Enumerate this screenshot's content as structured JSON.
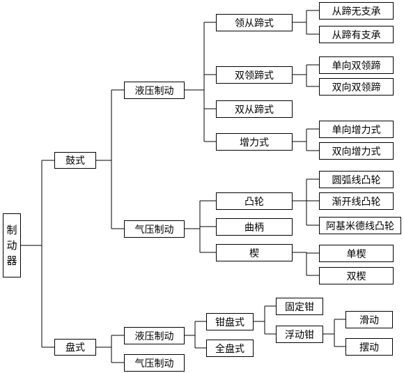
{
  "root": {
    "label": "制动器"
  },
  "nodes": {
    "drum": "鼓式",
    "drum_hydraulic": "液压制动",
    "leading_trailing": "领从蹄式",
    "trailing_no_support": "从蹄无支承",
    "trailing_with_support": "从蹄有支承",
    "two_leading": "双领蹄式",
    "uni_two_leading": "单向双领蹄",
    "duo_two_leading": "双向双领蹄",
    "two_trailing": "双从蹄式",
    "servo": "增力式",
    "uni_servo": "单向增力式",
    "duo_servo": "双向增力式",
    "drum_pneumatic": "气压制动",
    "cam": "凸轮",
    "arc_cam": "圆弧线凸轮",
    "involute_cam": "渐开线凸轮",
    "archimedes_cam": "阿基米德线凸轮",
    "crank": "曲柄",
    "wedge": "楔",
    "single_wedge": "单楔",
    "double_wedge": "双楔",
    "disc": "盘式",
    "disc_hydraulic": "液压制动",
    "caliper": "钳盘式",
    "fixed_caliper": "固定钳",
    "floating_caliper": "浮动钳",
    "sliding": "滑动",
    "swinging": "摆动",
    "full_disc": "全盘式",
    "disc_pneumatic": "气压制动"
  }
}
